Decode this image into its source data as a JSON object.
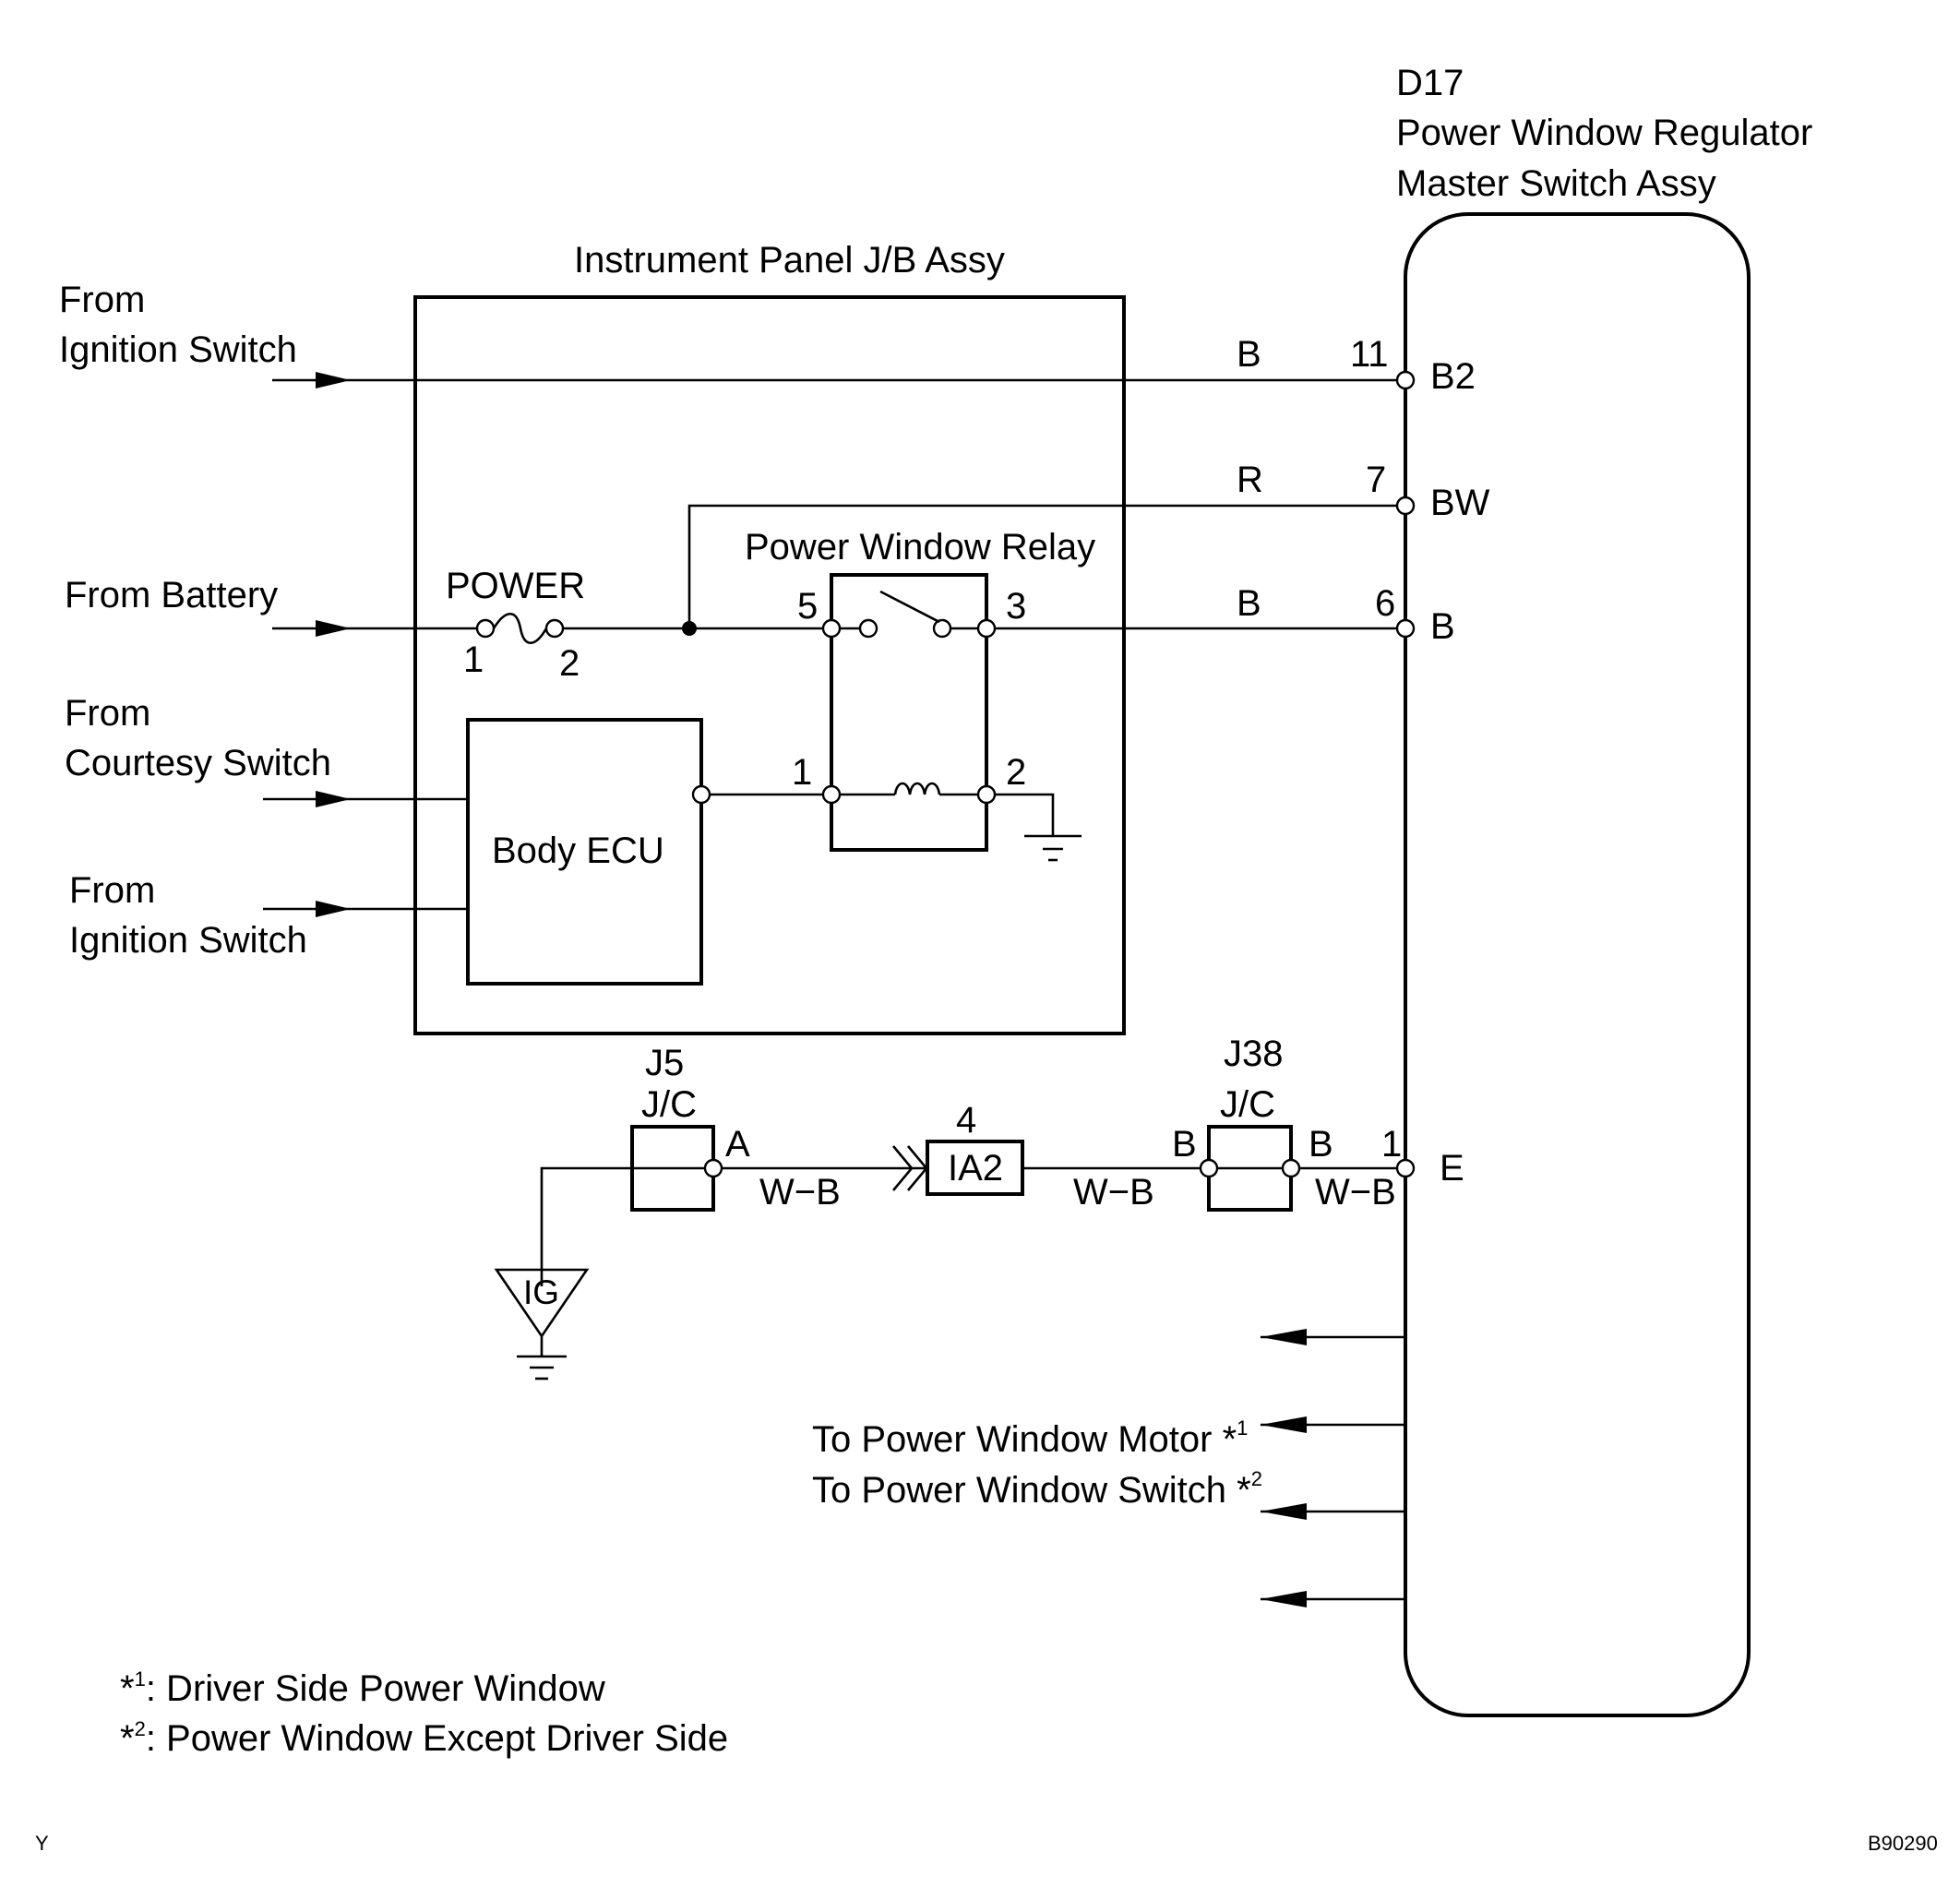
{
  "component": {
    "code": "D17",
    "name_line1": "Power Window Regulator",
    "name_line2": "Master Switch Assy",
    "pins": [
      {
        "num": "11",
        "terminal": "B2",
        "wire": "B"
      },
      {
        "num": "7",
        "terminal": "BW",
        "wire": "R"
      },
      {
        "num": "6",
        "terminal": "B",
        "wire": "B"
      },
      {
        "num": "1",
        "terminal": "E",
        "wire": "W−B"
      }
    ]
  },
  "jb": {
    "title": "Instrument Panel J/B Assy",
    "fuse": {
      "name": "POWER",
      "pin_in": "1",
      "pin_out": "2"
    },
    "relay": {
      "name": "Power Window Relay",
      "pin5": "5",
      "pin3": "3",
      "pin1": "1",
      "pin2": "2"
    },
    "ecu": "Body ECU"
  },
  "inputs": {
    "ign1_l1": "From",
    "ign1_l2": "Ignition Switch",
    "battery": "From Battery",
    "courtesy_l1": "From",
    "courtesy_l2": "Courtesy Switch",
    "ign2_l1": "From",
    "ign2_l2": "Ignition Switch"
  },
  "ground_path": {
    "j5": {
      "code": "J5",
      "type": "J/C",
      "pin": "A"
    },
    "connector": {
      "code": "IA2",
      "pin": "4"
    },
    "j38": {
      "code": "J38",
      "type": "J/C",
      "pin_in": "B",
      "pin_out": "B"
    },
    "wire": "W−B",
    "ground": "IG"
  },
  "outputs": {
    "motor": "To Power Window Motor *",
    "motor_sup": "1",
    "switch": "To Power Window Switch *",
    "switch_sup": "2"
  },
  "notes": [
    {
      "mark": "*",
      "sup": "1",
      "text": ": Driver Side Power Window"
    },
    {
      "mark": "*",
      "sup": "2",
      "text": ": Power Window Except Driver Side"
    }
  ],
  "corner_left": "Y",
  "corner_right": "B90290"
}
